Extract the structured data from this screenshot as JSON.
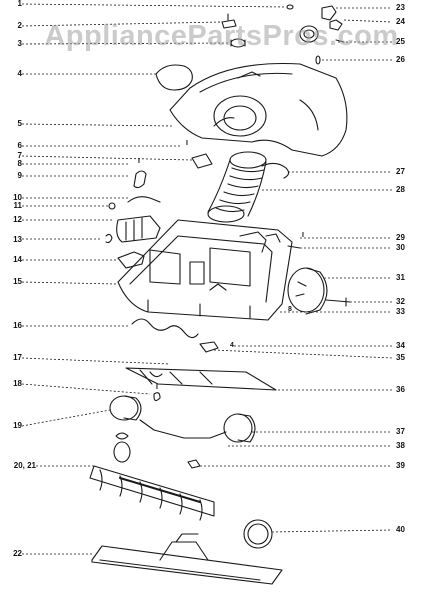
{
  "watermark": "AppliancePartsPros.com",
  "callouts": {
    "left": [
      "1",
      "2",
      "3",
      "4",
      "5",
      "6",
      "7",
      "8",
      "9",
      "10",
      "11",
      "12",
      "13",
      "14",
      "15",
      "16",
      "17",
      "18",
      "19",
      "20, 21",
      "22"
    ],
    "right": [
      "23",
      "24",
      "25",
      "26",
      "27",
      "28",
      "29",
      "30",
      "31",
      "32",
      "33",
      "34",
      "35",
      "36",
      "37",
      "38",
      "39",
      "40"
    ]
  },
  "small_marks": {
    "m6": "I",
    "m8": "I",
    "m29": "I",
    "m33": "8",
    "m34": "4",
    "m18": "I"
  },
  "colors": {
    "ink": "#1a1a1a",
    "paper": "#ffffff",
    "shade": "#9a9a9a"
  }
}
